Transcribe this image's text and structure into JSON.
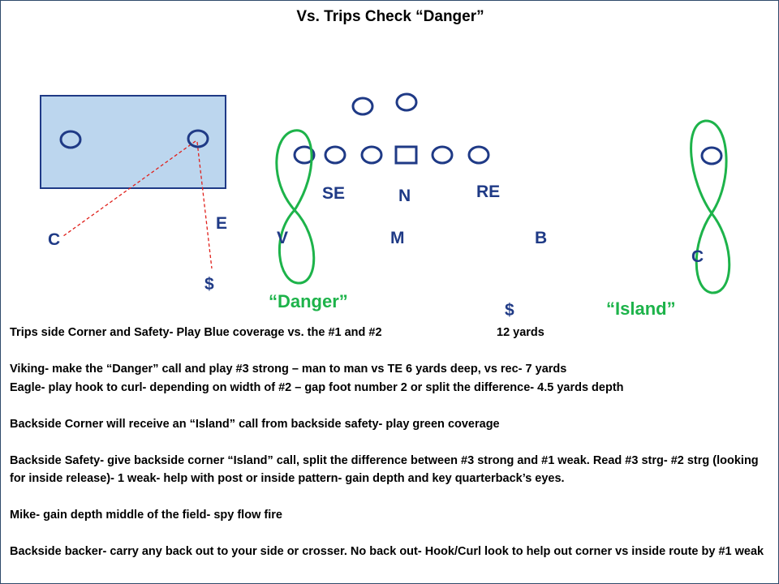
{
  "title": "Vs. Trips  Check “Danger”",
  "labels": {
    "se": "SE",
    "n": "N",
    "re": "RE",
    "e": "E",
    "c_left": "C",
    "v": "V",
    "m": "M",
    "b": "B",
    "c_right": "C",
    "safety_left": "$",
    "safety_right": "$",
    "danger": "“Danger”",
    "island": "“Island”"
  },
  "notes": {
    "trips": "Trips side Corner and Safety- Play Blue coverage vs. the #1 and #2",
    "trips_yards": "12 yards",
    "viking": "Viking- make the “Danger” call and play #3 strong – man to man   vs TE  6 yards deep, vs rec- 7 yards",
    "eagle": "Eagle- play hook to curl- depending on width of #2 – gap foot number 2 or split the difference- 4.5 yards depth",
    "backside_corner": "Backside Corner will receive an “Island” call from backside safety- play green coverage",
    "backside_safety": "Backside Safety- give backside corner “Island” call, split the difference between #3 strong and #1 weak.  Read #3 strg- #2 strg (looking for inside release)- 1 weak- help with post or inside pattern- gain depth and key quarterback’s eyes.",
    "mike": "Mike- gain depth middle of the field- spy flow fire",
    "backer": "Backside backer- carry any back out to your side or crosser.  No back out- Hook/Curl look to help out corner vs inside route by #1 weak"
  },
  "colors": {
    "defense_label": "#1f3a86",
    "offense_outline": "#1f3a86",
    "blue_zone_fill": "#bcd6ee",
    "green_coverage": "#1db34a",
    "red_route": "#e0201b"
  }
}
